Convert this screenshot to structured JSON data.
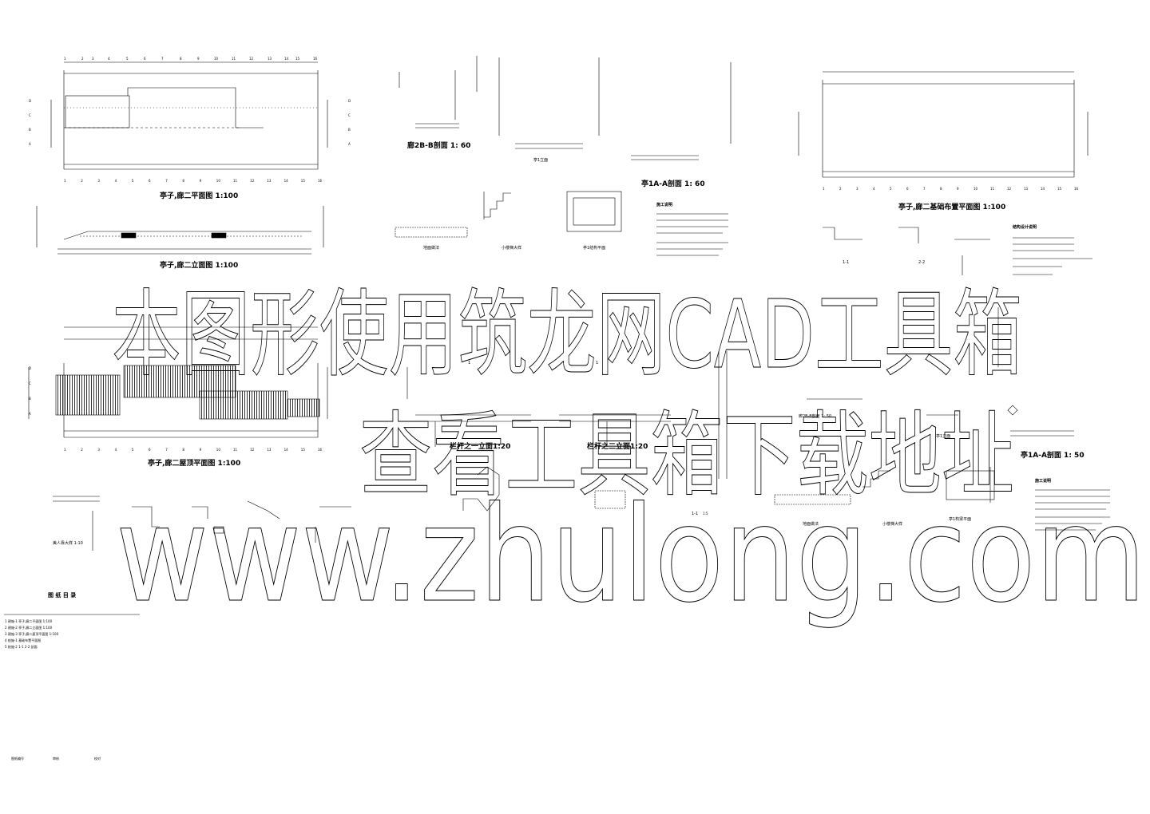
{
  "titles": {
    "plan_second": "亭子,廊二平面图 1:100",
    "elevation": "亭子,廊二立面图 1:100",
    "roof_plan": "亭子,廊二屋顶平面图 1:100",
    "foundation_plan": "亭子,廊二基础布置平面图 1:100",
    "section_b": "廊2B-B剖面 1: 60",
    "section_a": "亭1A-A剖面 1: 60",
    "section_a_right": "亭1A-A剖面 1: 50",
    "section_b_mid": "廊2B-B剖面 1: 50",
    "pavilion_elev": "亭1立面",
    "pavilion_elev_right": "亭1立面",
    "pavilion_plan": "亭1结构平面",
    "pavilion_plan_right": "亭1构梁平面",
    "railing_1": "栏杆之一立面1:20",
    "railing_2": "栏杆之二立面1:20",
    "ground_method": "地面做法",
    "ground_method_2": "地面做法",
    "stair_detail": "小楼梯大样",
    "stair_detail_2": "小楼梯大样",
    "stool_detail": "美人靠大样 1:10",
    "section_11": "1-1",
    "section_11_scale": "1:5",
    "section_1": "1-1",
    "section_2": "2-2",
    "construction_notes": "施工说明",
    "construction_notes_2": "施工说明",
    "structure_notes": "结构设计说明",
    "drawing_index": "图 纸 目 录",
    "marker_one": "1"
  },
  "index_rows": [
    "1  建施-1  亭子,廊二平面图  1:100",
    "2  建施-2  亭子,廊二立面图  1:100",
    "3  建施-3  亭子,廊二屋顶平面图  1:100",
    "4  结施-1  基础布置平面图",
    "5  结施-2  1-1 2-2 剖面"
  ],
  "axis_top": [
    "1",
    "2",
    "3",
    "4",
    "5",
    "6",
    "7",
    "8",
    "9",
    "10",
    "11",
    "12",
    "13",
    "14",
    "15",
    "16"
  ],
  "axis_side": [
    "D",
    "C",
    "B",
    "A"
  ],
  "watermark": {
    "line1": "本图形使用筑龙网CAD工具箱",
    "line2": "查看工具箱下载地址",
    "line3": "www.zhulong.com"
  },
  "footer": [
    "图纸编号",
    "审核",
    "校对"
  ]
}
